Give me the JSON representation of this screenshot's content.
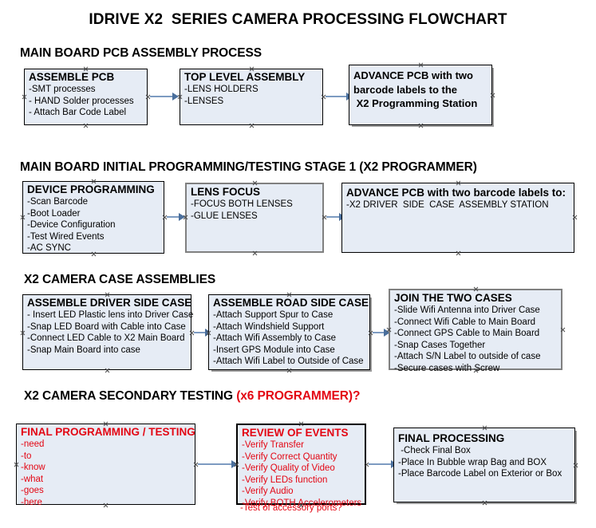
{
  "document": {
    "title": "IDRIVE X2  SERIES CAMERA PROCESSING FLOWCHART",
    "colors": {
      "box_fill": "#e6ecf5",
      "box_border": "#000000",
      "box_border_selected": "#808080",
      "arrow": "#7d9bc1",
      "accent_red": "#e30613",
      "text": "#000000"
    }
  },
  "sections": [
    {
      "heading": "MAIN BOARD PCB ASSEMBLY PROCESS",
      "heading_red": "",
      "boxes": [
        {
          "title": "ASSEMBLE PCB",
          "lines": [
            "-SMT processes",
            "- HAND Solder processes",
            "- Attach Bar Code Label"
          ]
        },
        {
          "title": "TOP LEVEL ASSEMBLY",
          "lines": [
            "-LENS HOLDERS",
            "-LENSES"
          ]
        },
        {
          "title": "ADVANCE PCB with two",
          "lines": [
            "barcode labels to the",
            " X2 Programming Station"
          ]
        }
      ]
    },
    {
      "heading": "MAIN BOARD INITIAL PROGRAMMING/TESTING STAGE 1 (X2 PROGRAMMER)",
      "heading_red": "",
      "boxes": [
        {
          "title": "DEVICE PROGRAMMING",
          "lines": [
            "-Scan Barcode",
            "-Boot Loader",
            "-Device Configuration",
            "-Test Wired Events",
            "-AC SYNC"
          ]
        },
        {
          "title": "LENS FOCUS",
          "lines": [
            "-FOCUS BOTH LENSES",
            "-GLUE LENSES"
          ]
        },
        {
          "title": "ADVANCE PCB with two barcode labels to:",
          "lines": [
            "-X2 DRIVER  SIDE  CASE  ASSEMBLY STATION"
          ]
        }
      ]
    },
    {
      "heading": "X2 CAMERA CASE ASSEMBLIES",
      "heading_red": "",
      "boxes": [
        {
          "title": "ASSEMBLE DRIVER SIDE CASE",
          "lines": [
            "- Insert LED Plastic lens into Driver Case",
            "-Snap LED Board with Cable into Case",
            "-Connect LED Cable to X2 Main Board",
            "-Snap Main Board into case"
          ]
        },
        {
          "title": "ASSEMBLE ROAD SIDE CASE",
          "lines": [
            "-Attach Support Spur to Case",
            "-Attach Windshield Support",
            "-Attach Wifi Assembly to Case",
            "-Insert GPS Module into Case",
            "-Attach Wifi Label to Outside of Case"
          ]
        },
        {
          "title": "JOIN THE TWO CASES",
          "lines": [
            "-Slide Wifi Antenna into Driver Case",
            "-Connect Wifi Cable to Main Board",
            "-Connect GPS Cable to Main Board",
            "-Snap Cases Together",
            "-Attach S/N Label to outside of case",
            "-Secure cases with Screw"
          ]
        }
      ]
    },
    {
      "heading": "X2 CAMERA SECONDARY TESTING ",
      "heading_red": "(x6 PROGRAMMER)?",
      "boxes": [
        {
          "title": "FINAL PROGRAMMING / TESTING",
          "lines": [
            "-need",
            "-to",
            "-know",
            "-what",
            "-goes",
            "-here"
          ]
        },
        {
          "title": "REVIEW OF EVENTS",
          "lines": [
            "-Verify Transfer",
            "-Verify Correct Quantity",
            "-Verify Quality of Video",
            "-Verify LEDs function",
            "-Verify Audio",
            "-Verify BOTH Accelerometers"
          ],
          "overflow_line": "-Test of accessory ports?"
        },
        {
          "title": "FINAL PROCESSING",
          "lines": [
            " -Check Final Box",
            "-Place In Bubble wrap Bag and BOX",
            "-Place Barcode Label on Exterior or Box"
          ]
        }
      ]
    }
  ]
}
